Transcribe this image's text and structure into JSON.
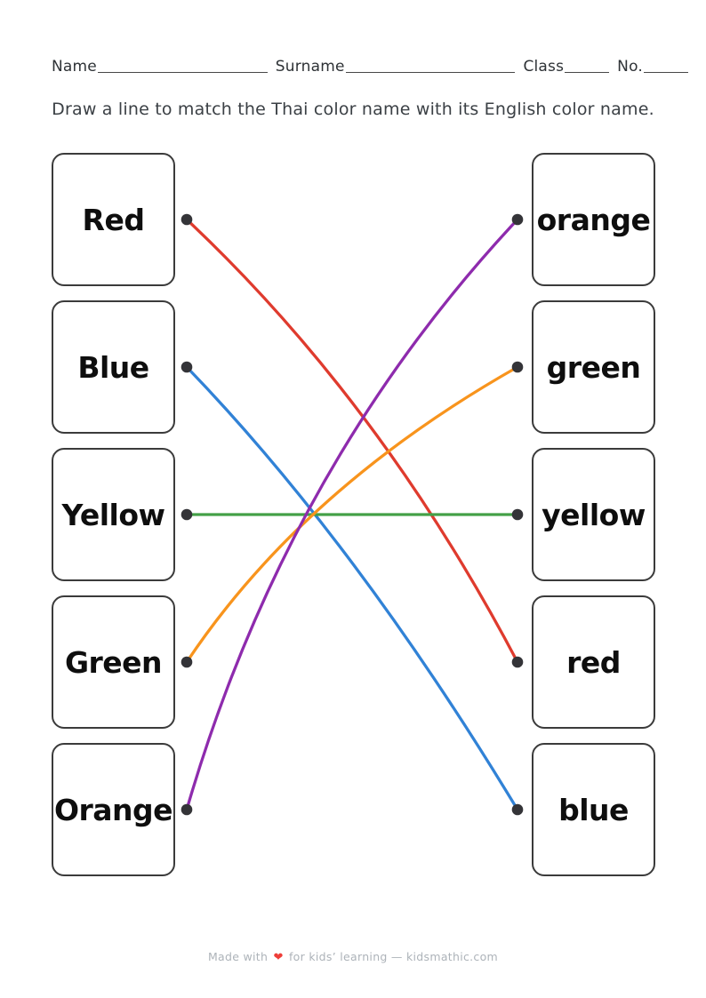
{
  "header": {
    "name_label": "Name",
    "surname_label": "Surname",
    "class_label": "Class",
    "no_label": "No."
  },
  "instruction": "Draw a line to match the Thai color name with its English color name.",
  "matching": {
    "left_items": [
      "Red",
      "Blue",
      "Yellow",
      "Green",
      "Orange"
    ],
    "right_items": [
      "orange",
      "green",
      "yellow",
      "red",
      "blue"
    ],
    "connections": [
      {
        "from": "Red",
        "from_index": 0,
        "to": "red",
        "to_index": 3,
        "line_color": "#df3b2e"
      },
      {
        "from": "Blue",
        "from_index": 1,
        "to": "blue",
        "to_index": 4,
        "line_color": "#3182d6"
      },
      {
        "from": "Yellow",
        "from_index": 2,
        "to": "yellow",
        "to_index": 2,
        "line_color": "#43a047"
      },
      {
        "from": "Green",
        "from_index": 3,
        "to": "green",
        "to_index": 1,
        "line_color": "#f8941d"
      },
      {
        "from": "Orange",
        "from_index": 4,
        "to": "orange",
        "to_index": 0,
        "line_color": "#8e2bad"
      }
    ],
    "dot_color": "#343438"
  },
  "footer": {
    "made_with": "Made with",
    "heart_icon": "❤",
    "rest": "for kids’ learning — kidsmathic.com"
  }
}
